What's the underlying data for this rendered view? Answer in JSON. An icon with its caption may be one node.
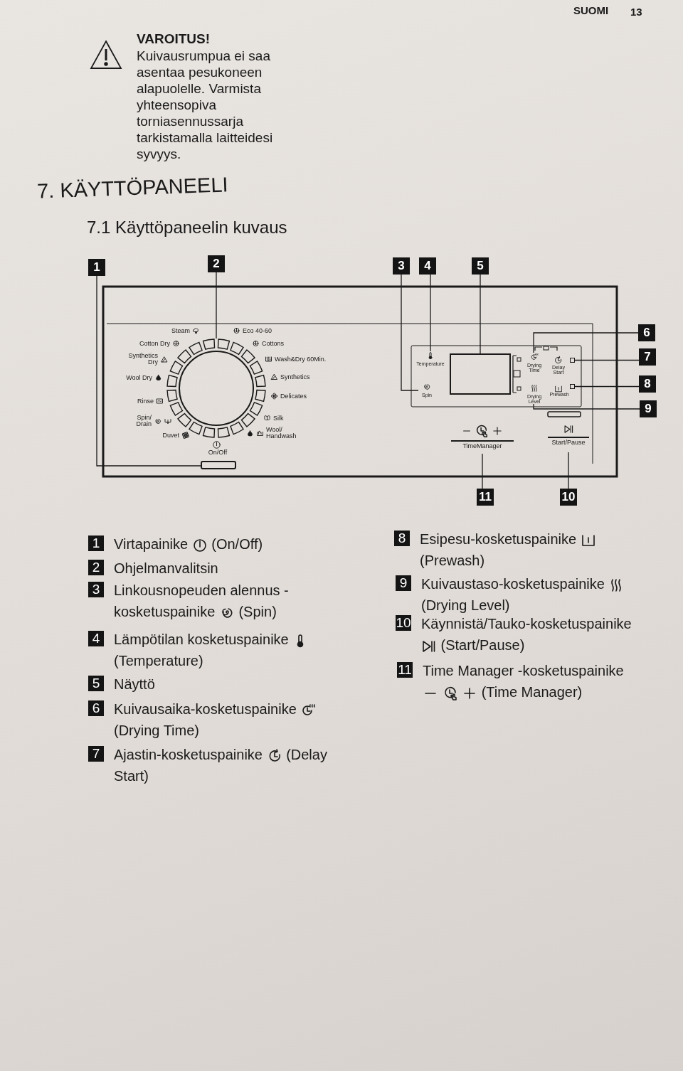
{
  "diagram": {
    "title": "7. KÄYTTÖPANEELI",
    "nodes": [
      {
        "text": [
          "1"
        ]
      },
      {
        "text": [
          "2"
        ]
      },
      {
        "text": [
          "3"
        ]
      },
      {
        "text": [
          "4"
        ]
      },
      {
        "text": [
          "5"
        ]
      },
      {
        "text": [
          "6"
        ]
      },
      {
        "text": [
          "7"
        ]
      },
      {
        "text": [
          "8"
        ]
      },
      {
        "text": [
          "9"
        ]
      },
      {
        "text": [
          "11"
        ]
      },
      {
        "text": [
          "10"
        ]
      },
      {
        "text": [],
        "shape": "bar"
      },
      {
        "text": [],
        "shape": "circle"
      },
      {
        "text": [
          "Spin"
        ]
      },
      {
        "text": [
          "Temperature"
        ]
      },
      {
        "text": [],
        "shape": "box"
      },
      {
        "text": [
          "Drying Time"
        ]
      },
      {
        "text": [],
        "shape": "box"
      },
      {
        "text": [],
        "shape": "box"
      },
      {
        "text": [
          "Drying Level"
        ]
      },
      {
        "text": [
          "TimeManager"
        ]
      },
      {
        "text": [
          "Start/Pause"
        ]
      },
      {
        "text": [
          "1"
        ]
      },
      {
        "text": [
          "2"
        ]
      },
      {
        "text": [
          "3"
        ]
      },
      {
        "text": [
          "4"
        ]
      },
      {
        "text": [
          "5"
        ]
      },
      {
        "text": [
          "6"
        ]
      },
      {
        "text": [
          "7"
        ]
      },
      {
        "text": [
          "8"
        ]
      },
      {
        "text": [
          "9"
        ]
      },
      {
        "text": [
          "10"
        ]
      },
      {
        "text": [
          "11"
        ]
      }
    ],
    "edges": [
      {
        "from": 0,
        "to": 11,
        "arrow": "none"
      },
      {
        "from": 1,
        "to": 12,
        "arrow": "none"
      },
      {
        "from": 2,
        "to": 13,
        "arrow": "none"
      },
      {
        "from": 3,
        "to": 14,
        "arrow": "none"
      },
      {
        "from": 4,
        "to": 15,
        "arrow": "none"
      },
      {
        "from": 5,
        "to": 16,
        "arrow": "none"
      },
      {
        "from": 6,
        "to": 17,
        "arrow": "none"
      },
      {
        "from": 7,
        "to": 18,
        "arrow": "none"
      },
      {
        "from": 8,
        "to": 19,
        "arrow": "none"
      },
      {
        "from": 9,
        "to": 20,
        "arrow": "none"
      },
      {
        "from": 10,
        "to": 21,
        "arrow": "none"
      }
    ],
    "labels": [
      "SUOMI",
      "13",
      "VAROITUS!",
      "Kuivausrumpua ei saa asentaa pesukoneen alapuolelle. Varmista yhteensopiva torniasennussarja tarkistamalla laitteidesi syvyys.",
      "7.1 Käyttöpaneelin kuvaus",
      "Steam",
      "Eco 40-60",
      "Cotton Dry",
      "Cottons",
      "Synthetics Dry",
      "Wash&Dry 60Min.",
      "Wool Dry",
      "Synthetics",
      "Rinse",
      "Delicates",
      "Spin/ Drain",
      "Silk",
      "Duvet",
      "Wool/ Handwash",
      "On/Off",
      "Delay Start",
      "Prewash",
      "Virtapainike",
      "(On/Off)",
      "Ohjelmanvalitsin",
      "Linkousnopeuden alennus -",
      "kosketuspainike",
      "(Spin)",
      "Lämpötilan kosketuspainike",
      "(Temperature)",
      "Näyttö",
      "Kuivausaika-kosketuspainike",
      "(Drying Time)",
      "Ajastin-kosketuspainike",
      "(Delay Start)",
      "Esipesu-kosketuspainike",
      "(Prewash)",
      "Kuivaustaso-kosketuspainike",
      "(Drying Level)",
      "Käynnistä/Tauko-kosketuspainike",
      "(Start/Pause)",
      "Time Manager -kosketuspainike",
      "(Time Manager)"
    ]
  }
}
